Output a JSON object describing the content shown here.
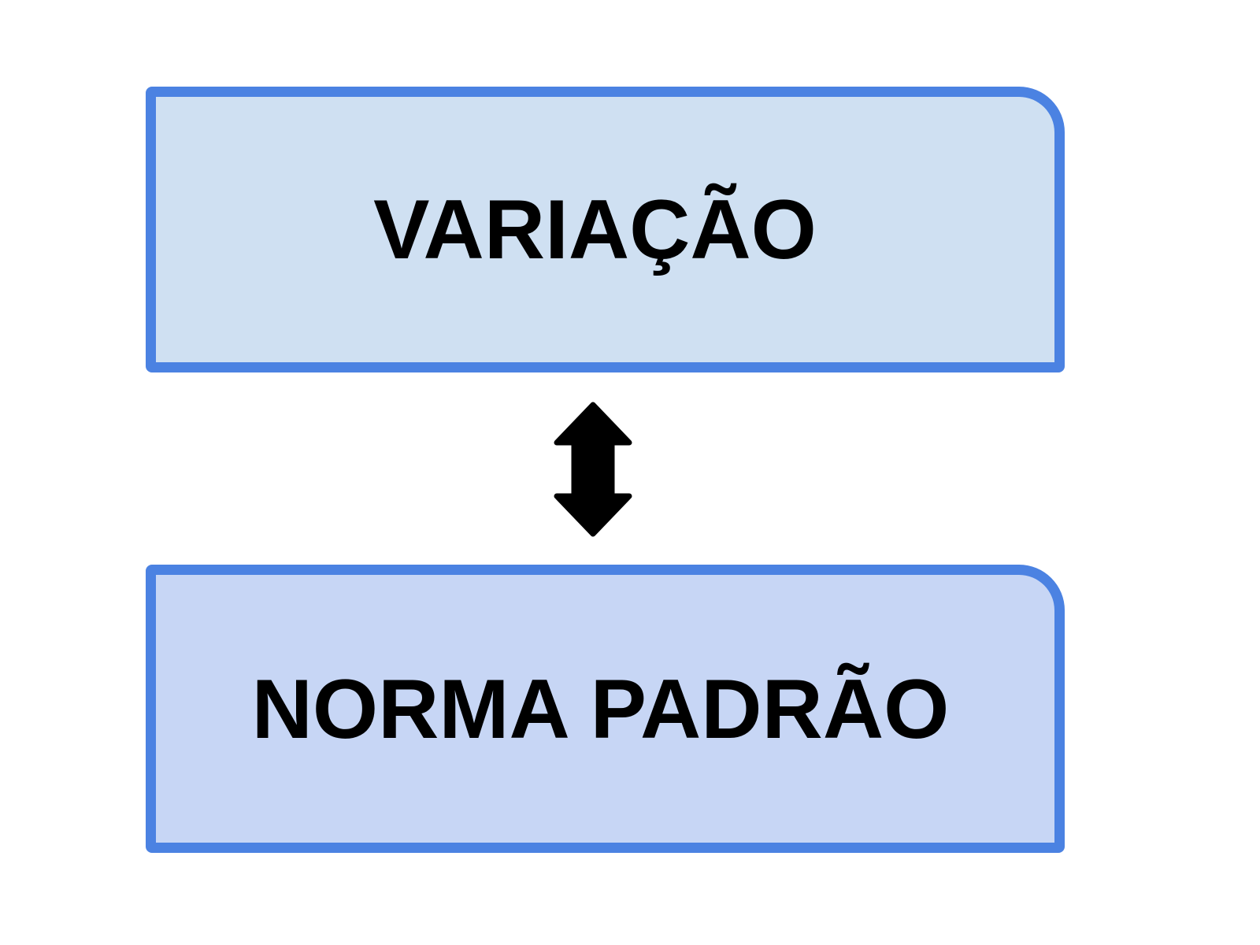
{
  "diagram": {
    "title": "variation vs standard norm relationship",
    "colors": {
      "background": "#ffffff",
      "box_border": "#4b82e2",
      "top_box_fill": "#cfe0f2",
      "bottom_box_fill": "#c7d6f5",
      "arrow": "#000000",
      "text": "#000000"
    },
    "top_box": {
      "label": "VARIAÇÃO"
    },
    "bottom_box": {
      "label": "NORMA PADRÃO"
    },
    "connector": {
      "type": "vertical-double-arrow",
      "meaning": "bidirectional relationship between the two boxes"
    }
  }
}
